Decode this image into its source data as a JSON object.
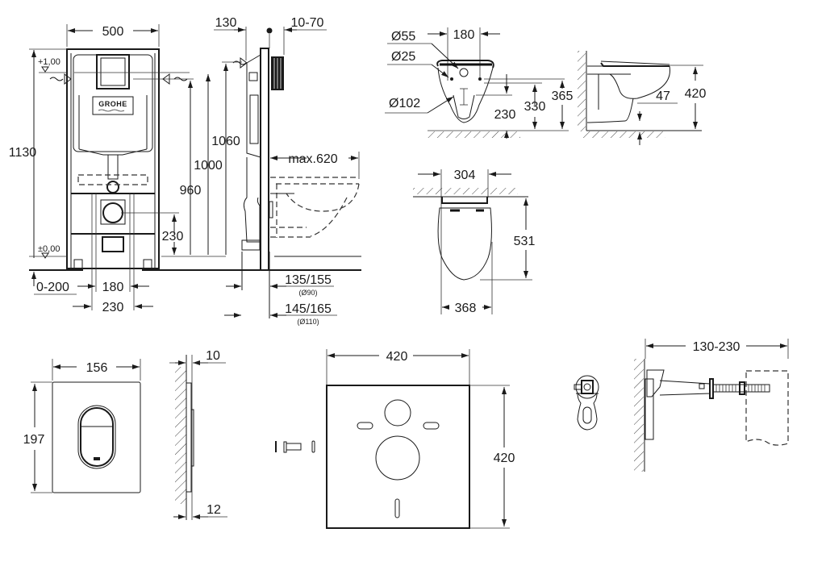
{
  "frame": {
    "brand_logo": "GROHE",
    "dims": {
      "width": "500",
      "height_total": "1130",
      "level_top": "+1,00",
      "level_floor": "±0,00",
      "h_1060": "1060",
      "h_1000": "1000",
      "h_960": "960",
      "h_230": "230",
      "floor_range": "0-200",
      "spacing_180": "180",
      "spacing_230": "230",
      "depth_130": "130",
      "wall_10_70": "10-70",
      "max_620": "max.620",
      "pipe_90": "135/155",
      "pipe_90_note": "(Ø90)",
      "pipe_110": "145/165",
      "pipe_110_note": "(Ø110)"
    }
  },
  "bowl_front": {
    "dims": {
      "d55": "Ø55",
      "d25": "Ø25",
      "d102": "Ø102",
      "spacing": "180",
      "h230": "230",
      "h330": "330",
      "h365": "365"
    }
  },
  "bowl_side": {
    "dims": {
      "h47": "47",
      "h420": "420"
    }
  },
  "bowl_top": {
    "dims": {
      "w304": "304",
      "w368": "368",
      "l531": "531"
    }
  },
  "flush_plate": {
    "dims": {
      "width": "156",
      "height": "197",
      "t10": "10",
      "t12": "12"
    }
  },
  "sound_mat": {
    "dims": {
      "width": "420",
      "height": "420"
    }
  },
  "bracket": {
    "dims": {
      "range": "130-230"
    }
  }
}
